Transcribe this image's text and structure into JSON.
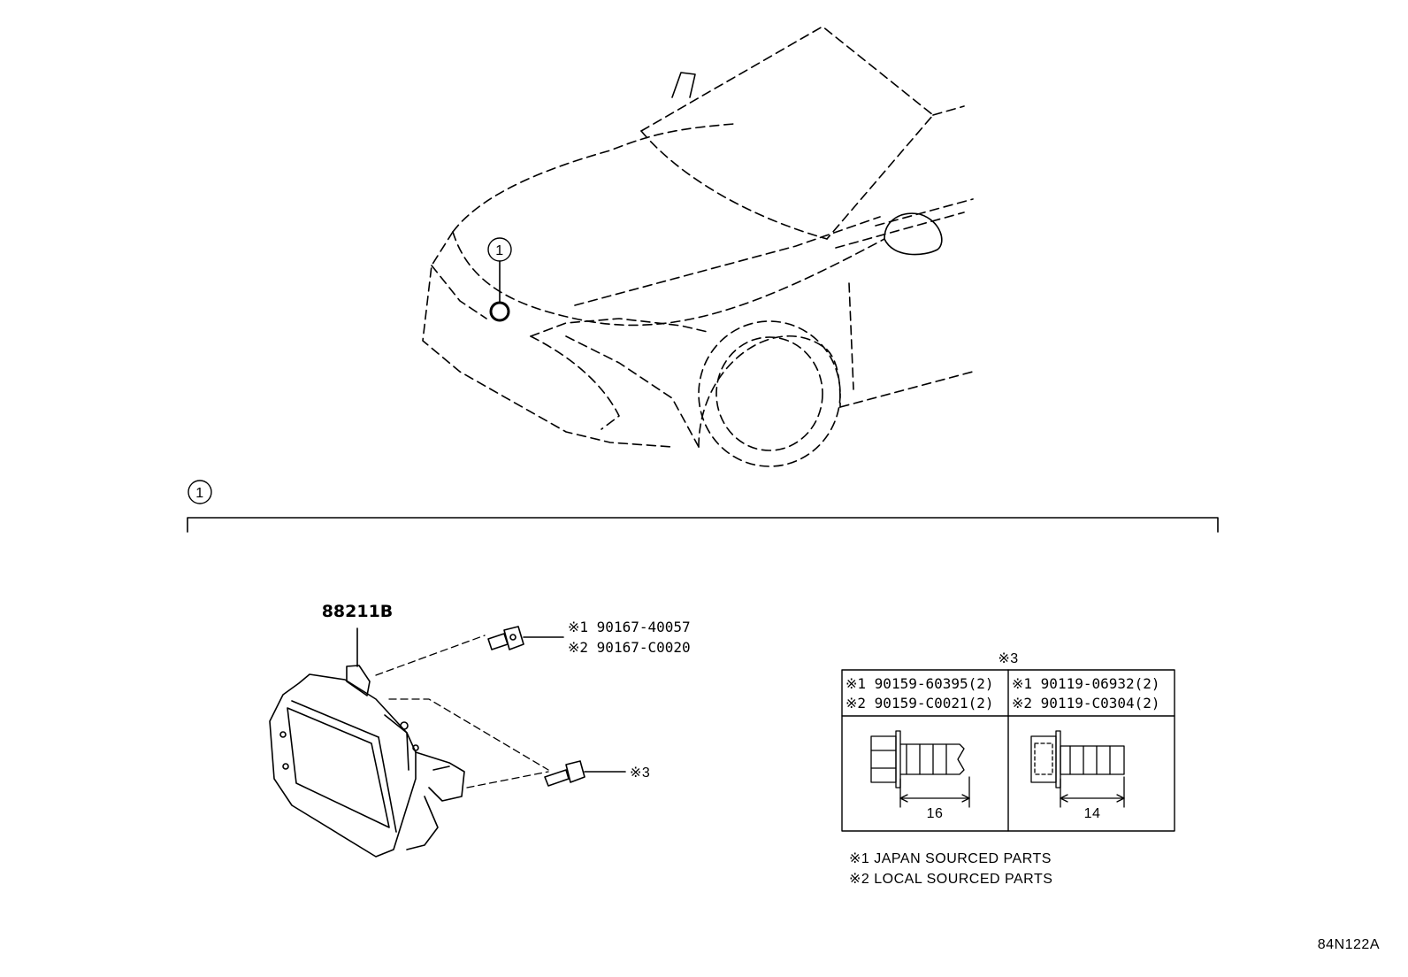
{
  "callout": {
    "ref": "1"
  },
  "main_part": {
    "number": "88211B"
  },
  "screw": {
    "line1": "※1 90167-40057",
    "line2": "※2 90167-C0020"
  },
  "bolt": {
    "ref": "※3"
  },
  "table": {
    "title": "※3",
    "left": {
      "line1": "※1 90159-60395(2)",
      "line2": "※2 90159-C0021(2)",
      "dimension": "16"
    },
    "right": {
      "line1": "※1 90119-06932(2)",
      "line2": "※2 90119-C0304(2)",
      "dimension": "14"
    }
  },
  "notes": [
    "※1 JAPAN SOURCED PARTS",
    "※2 LOCAL SOURCED PARTS"
  ],
  "figure_code": "84N122A"
}
